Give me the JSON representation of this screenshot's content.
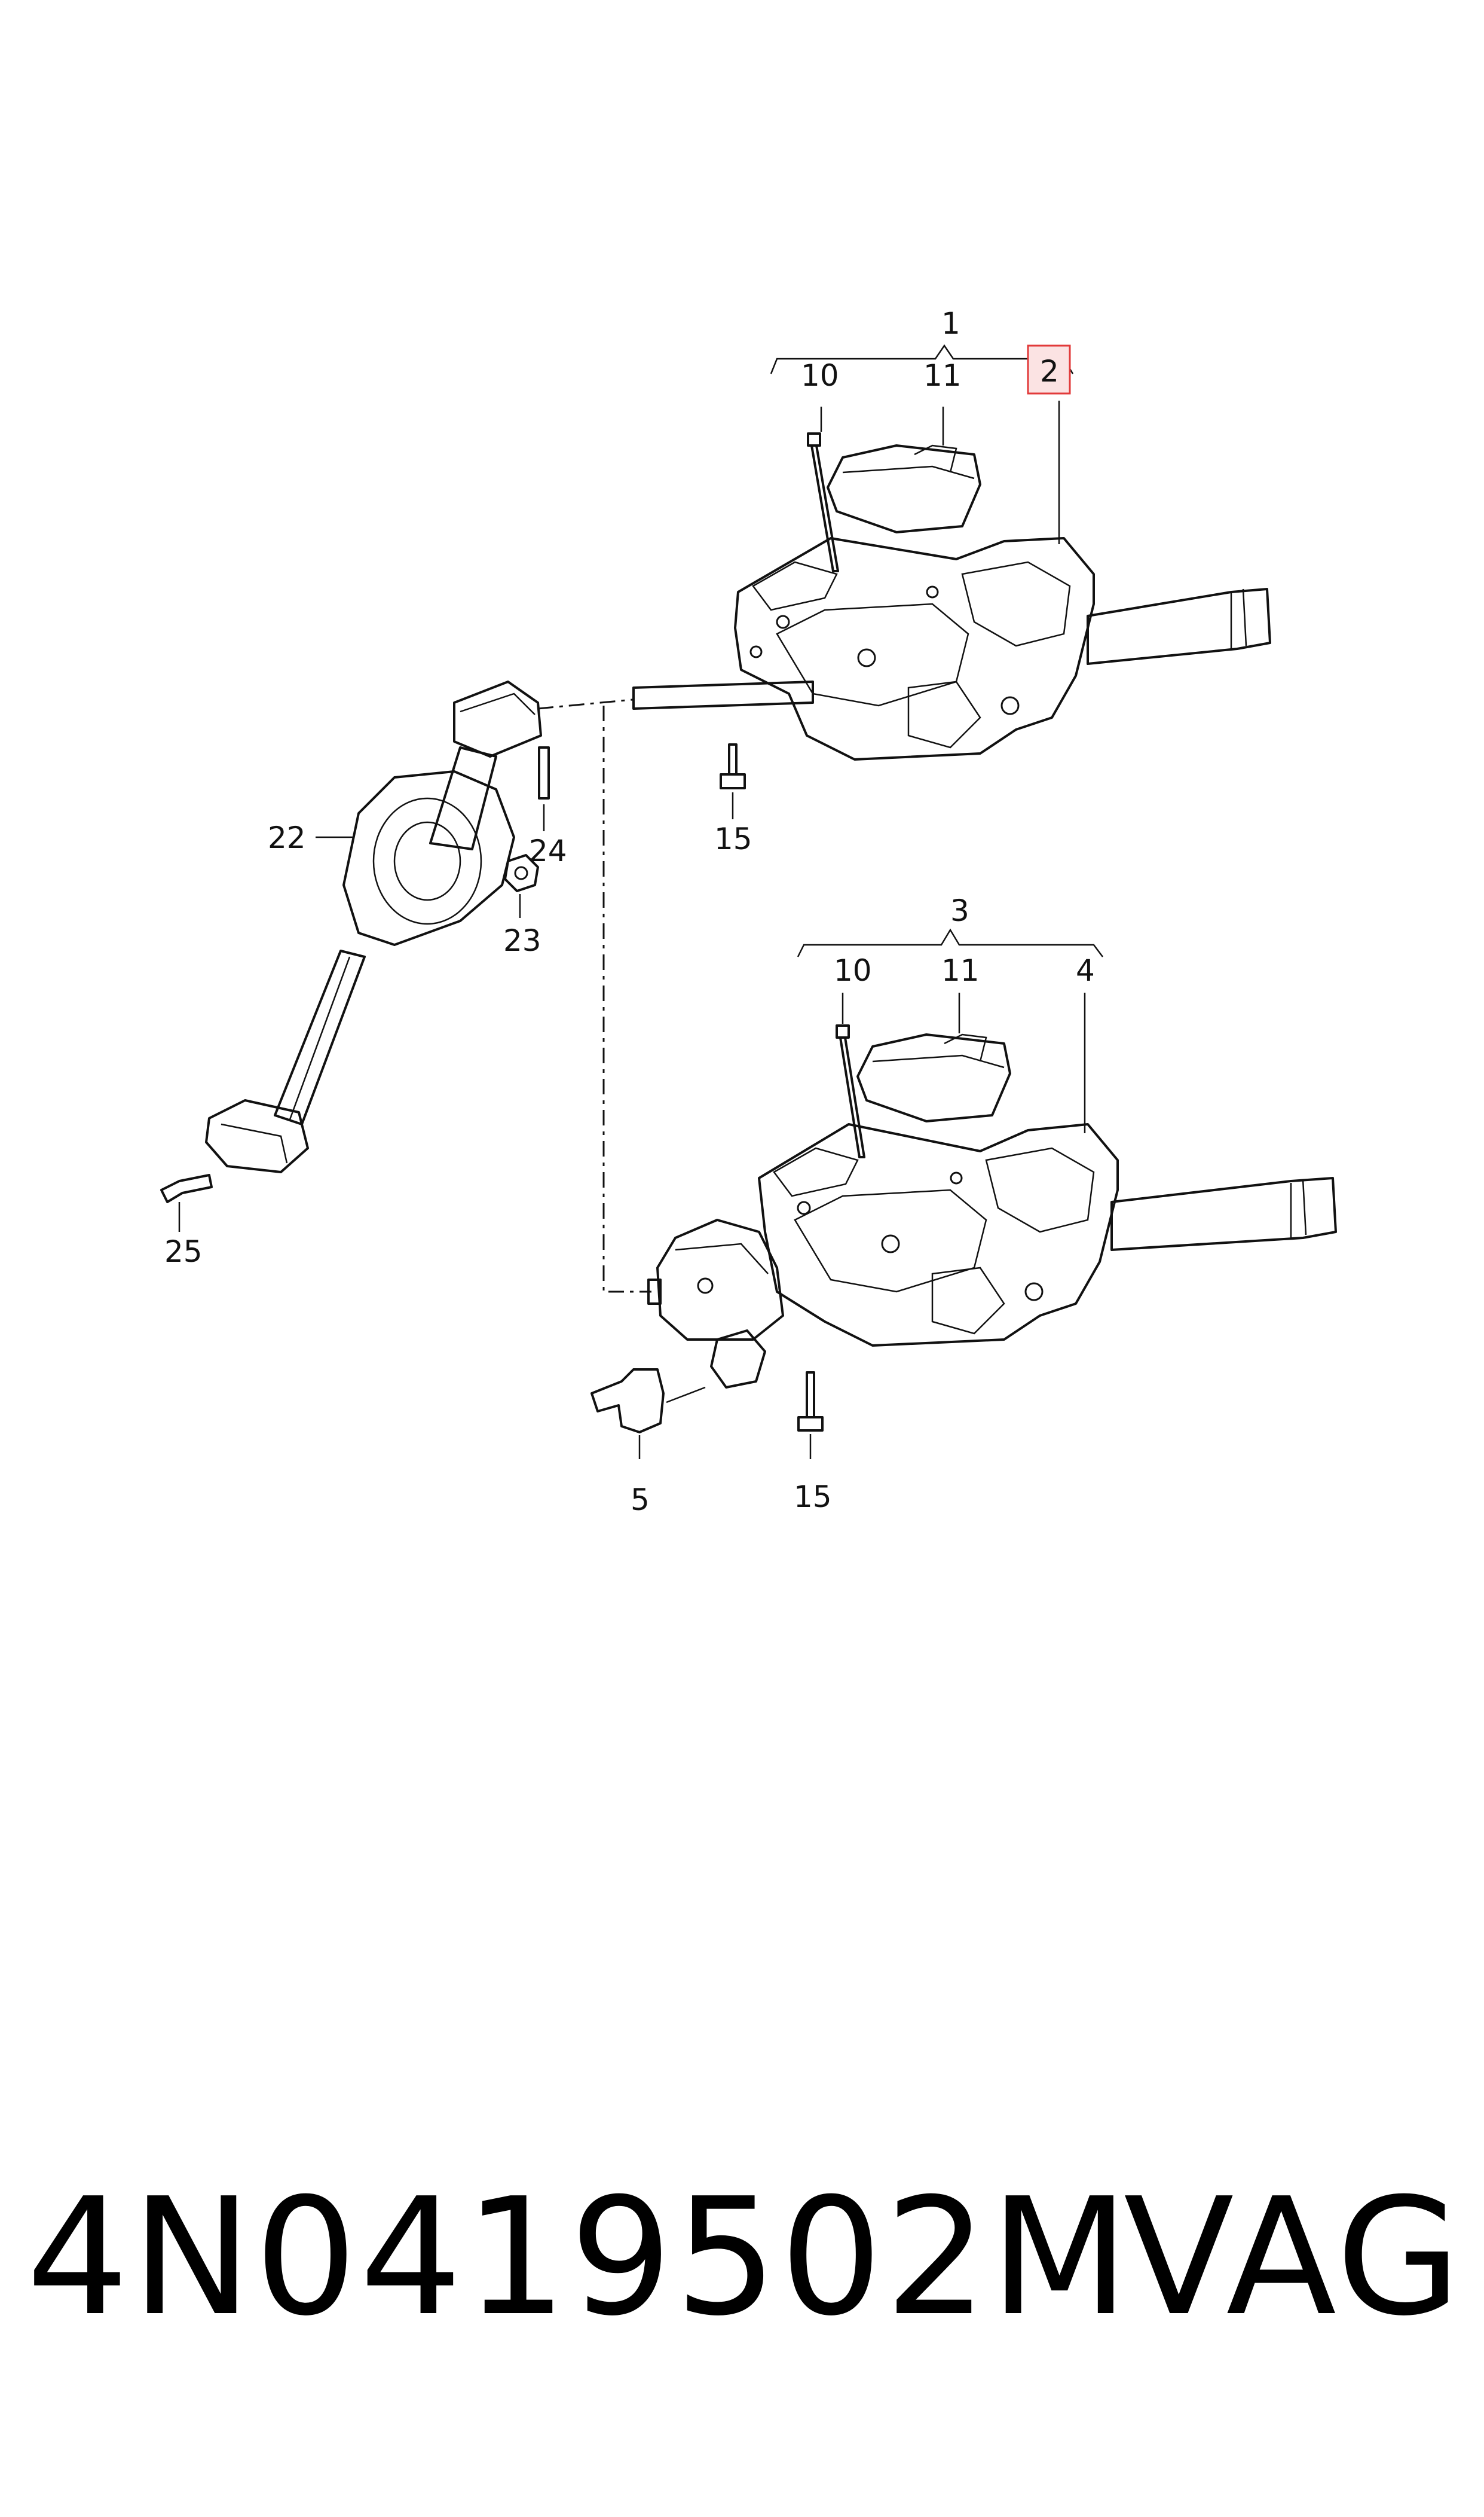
{
  "diagram": {
    "callouts": {
      "c1": "1",
      "c2": "2",
      "c10a": "10",
      "c11a": "11",
      "c15a": "15",
      "c22": "22",
      "c23": "23",
      "c24": "24",
      "c25": "25",
      "c3": "3",
      "c4": "4",
      "c5": "5",
      "c10b": "10",
      "c11b": "11",
      "c15b": "15"
    },
    "highlight_color": "#e23a3a"
  },
  "footer": {
    "part_number": "4N0419502M",
    "brand": "VAG"
  }
}
